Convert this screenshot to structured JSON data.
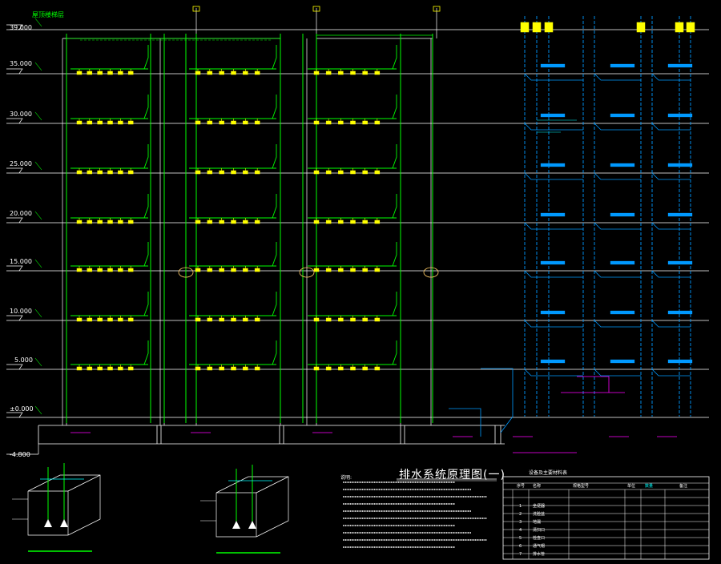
{
  "drawing": {
    "title": "排水系统原理图(一)",
    "roof_label": "屋顶楼梯层",
    "levels": [
      {
        "label": "39.000"
      },
      {
        "label": "35.000"
      },
      {
        "label": "30.000"
      },
      {
        "label": "25.000"
      },
      {
        "label": "20.000"
      },
      {
        "label": "15.000"
      },
      {
        "label": "10.000"
      },
      {
        "label": "5.000"
      },
      {
        "label": "±0.000"
      },
      {
        "label": "-4.800"
      }
    ],
    "notes_header": "说明:",
    "table_header": "设备及主要材料表",
    "table_columns": [
      "序号",
      "名称",
      "规格型号",
      "单位",
      "数量",
      "备注"
    ],
    "table_rows": [
      {
        "no": "1",
        "name": "坐便器"
      },
      {
        "no": "2",
        "name": "洗脸盆"
      },
      {
        "no": "3",
        "name": "地漏"
      },
      {
        "no": "4",
        "name": "清扫口"
      },
      {
        "no": "5",
        "name": "检查口"
      },
      {
        "no": "6",
        "name": "通气帽"
      },
      {
        "no": "7",
        "name": "排水管"
      }
    ],
    "colors": {
      "frame": "#ffffff",
      "pipe": "#00ff00",
      "fixture": "#ffff00",
      "fixture_label": "#ffcc00",
      "stack_blue": "#0099ff",
      "magenta": "#ff00ff",
      "cyan": "#00ffff"
    }
  }
}
